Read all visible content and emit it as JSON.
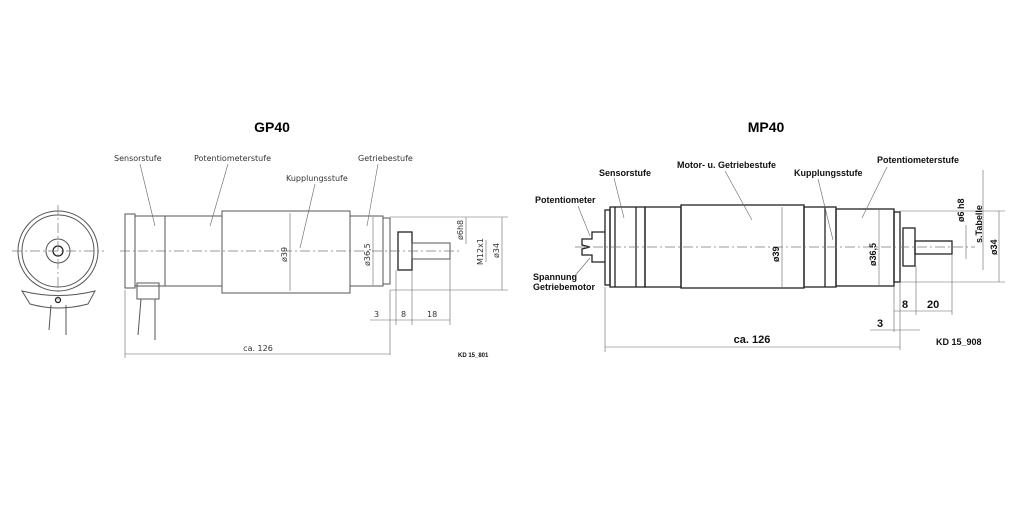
{
  "gp40": {
    "title": "GP40",
    "labels": {
      "sensor": "Sensorstufe",
      "poti": "Potentiometerstufe",
      "coupling": "Kupplungsstufe",
      "gear": "Getriebestufe"
    },
    "dims": {
      "d39": "ø39",
      "d365": "ø36,5",
      "d6": "ø6h8",
      "m12": "M12x1",
      "d34": "ø34",
      "a": "3",
      "b": "8",
      "c": "18",
      "total": "ca. 126"
    },
    "code": "KD 15_801"
  },
  "mp40": {
    "title": "MP40",
    "labels": {
      "poti_conn": "Potentiometer",
      "sensor": "Sensorstufe",
      "motor": "Motor- u. Getriebestufe",
      "coupling": "Kupplungsstufe",
      "poti": "Potentiometerstufe",
      "supply1": "Spannung",
      "supply2": "Getriebemotor"
    },
    "dims": {
      "d39": "ø39",
      "d365": "ø36,5",
      "d6": "ø6 h8",
      "table": "s.Tabelle",
      "d34": "ø34",
      "a": "3",
      "b": "8",
      "c": "20",
      "total": "ca. 126"
    },
    "code": "KD 15_908"
  }
}
